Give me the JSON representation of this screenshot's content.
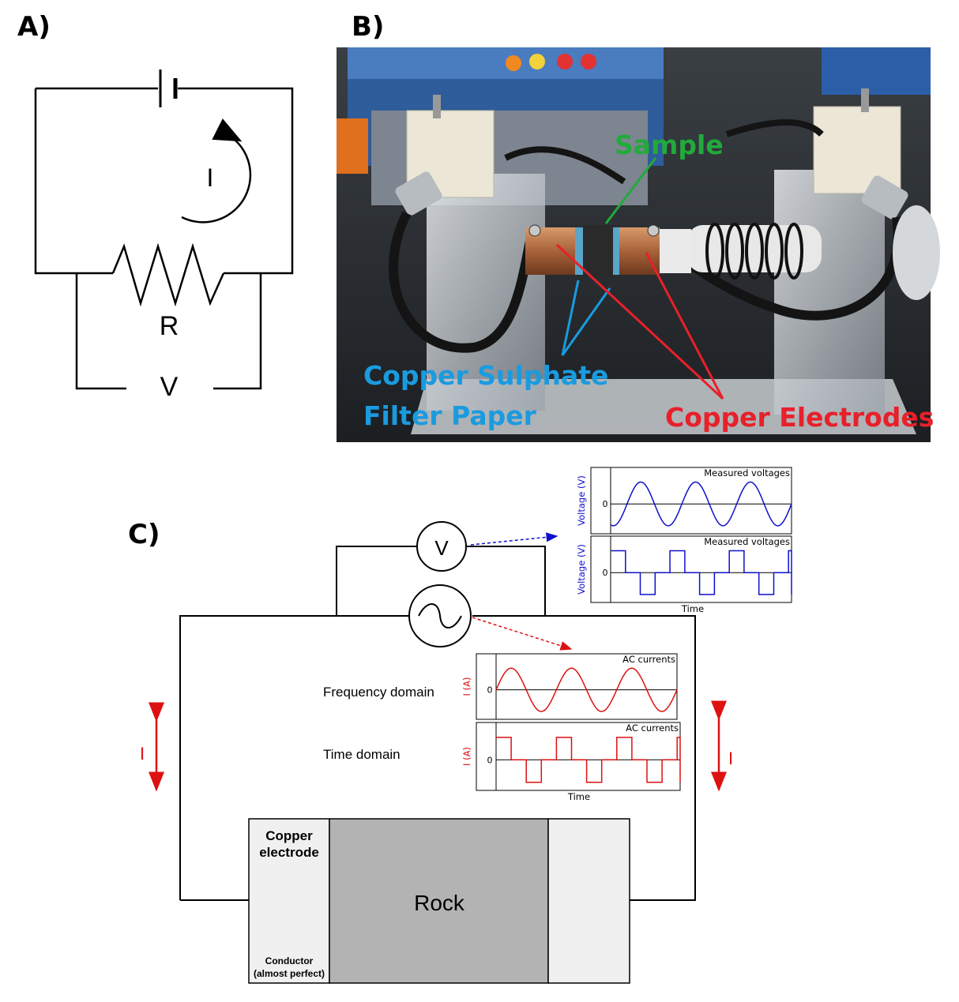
{
  "panels": {
    "a": "A)",
    "b": "B)",
    "c": "C)"
  },
  "circuit_a": {
    "current_label": "I",
    "resistor_label": "R",
    "voltage_label": "V"
  },
  "photo": {
    "sample_label": "Sample",
    "filter_label_line1": "Copper Sulphate",
    "filter_label_line2": "Filter Paper",
    "electrodes_label": "Copper Electrodes",
    "colors": {
      "sample": "#22aa3a",
      "filter": "#1a9be0",
      "electrodes": "#e8202a"
    }
  },
  "circuit_c": {
    "voltmeter_label": "V",
    "current_left": "I",
    "current_right": "I",
    "frequency_domain_label": "Frequency domain",
    "time_domain_label": "Time domain",
    "copper_electrode_label_1": "Copper",
    "copper_electrode_label_2": "electrode",
    "rock_label": "Rock",
    "conductor_label_1": "Conductor",
    "conductor_label_2": "(almost perfect)",
    "colors": {
      "voltage": "#1010cc",
      "current": "#dd1111",
      "rock": "#b3b3b3",
      "electrode": "#f0f0f0"
    }
  },
  "chart_data": [
    {
      "type": "line",
      "title": "Measured voltages",
      "ylabel": "Voltage (V)",
      "xlabel": "",
      "y_tick": "0",
      "waveform": "sine",
      "cycles": 3.3,
      "color": "#1010cc"
    },
    {
      "type": "line",
      "title": "Measured voltages",
      "ylabel": "Voltage (V)",
      "xlabel": "Time",
      "y_tick": "0",
      "waveform": "square",
      "cycles": 3,
      "color": "#1010cc"
    },
    {
      "type": "line",
      "title": "AC currents",
      "ylabel": "I (A)",
      "xlabel": "",
      "y_tick": "0",
      "waveform": "sine",
      "cycles": 3,
      "color": "#dd1111"
    },
    {
      "type": "line",
      "title": "AC currents",
      "ylabel": "I (A)",
      "xlabel": "Time",
      "y_tick": "0",
      "waveform": "square",
      "cycles": 3,
      "color": "#dd1111"
    }
  ]
}
